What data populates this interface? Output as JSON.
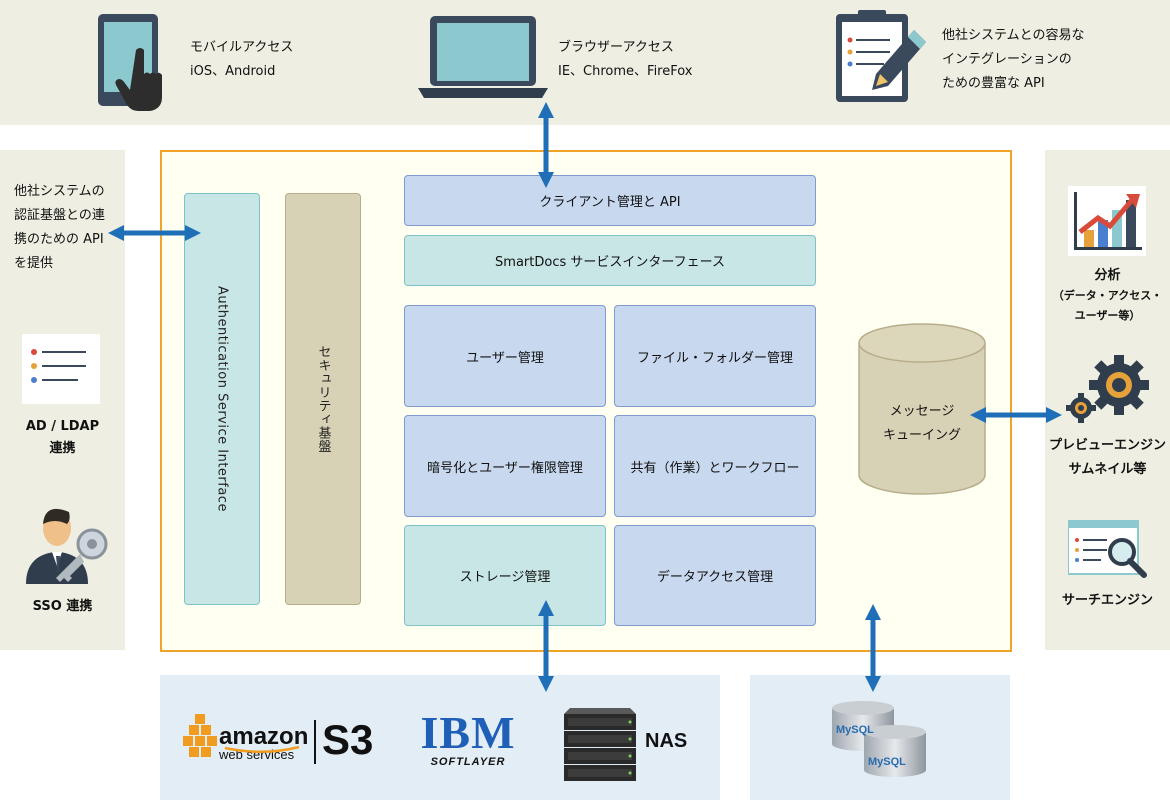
{
  "top": {
    "mobile": {
      "line1": "モバイルアクセス",
      "line2": "iOS、Android"
    },
    "browser": {
      "line1": "ブラウザーアクセス",
      "line2": "IE、Chrome、FireFox"
    },
    "api": {
      "line1": "他社システムとの容易な",
      "line2": "インテグレーションの",
      "line3": "ための豊富な API"
    }
  },
  "left": {
    "auth_text": [
      "他社システムの",
      "認証基盤との連",
      "携のための API",
      "を提供"
    ],
    "ad_label": [
      "AD / LDAP",
      "連携"
    ],
    "sso_label": "SSO 連携"
  },
  "core": {
    "auth_interface": "Authentication Service Interface",
    "security": "セキュリティ基盤",
    "client_api": "クライアント管理と API",
    "smartdocs": "SmartDocs サービスインターフェース",
    "user_mgmt": "ユーザー管理",
    "file_mgmt": "ファイル・フォルダー管理",
    "encrypt": "暗号化とユーザー権限管理",
    "share": "共有（作業）とワークフロー",
    "storage": "ストレージ管理",
    "data_access": "データアクセス管理",
    "queue": [
      "メッセージ",
      "キューイング"
    ]
  },
  "right": {
    "analytics": [
      "分析",
      "（データ・アクセス・",
      "ユーザー等）"
    ],
    "preview": [
      "プレビューエンジン",
      "サムネイル等"
    ],
    "search": "サーチエンジン"
  },
  "bottom": {
    "amazon_word": "amazon",
    "amazon_sub": "web services",
    "s3": "S3",
    "ibm": "IBM",
    "softlayer": "SOFTLAYER",
    "nas": "NAS",
    "mysql": "MySQL"
  },
  "colors": {
    "band": "#eeeee2",
    "core_border": "#f0a326",
    "core_bg": "#fffff2",
    "box_blue": "#c8d8ef",
    "box_teal": "#c8e6e6",
    "box_tan": "#d7d1b5",
    "arrow": "#1f6fb8",
    "storage_bg": "#e3edf5"
  }
}
